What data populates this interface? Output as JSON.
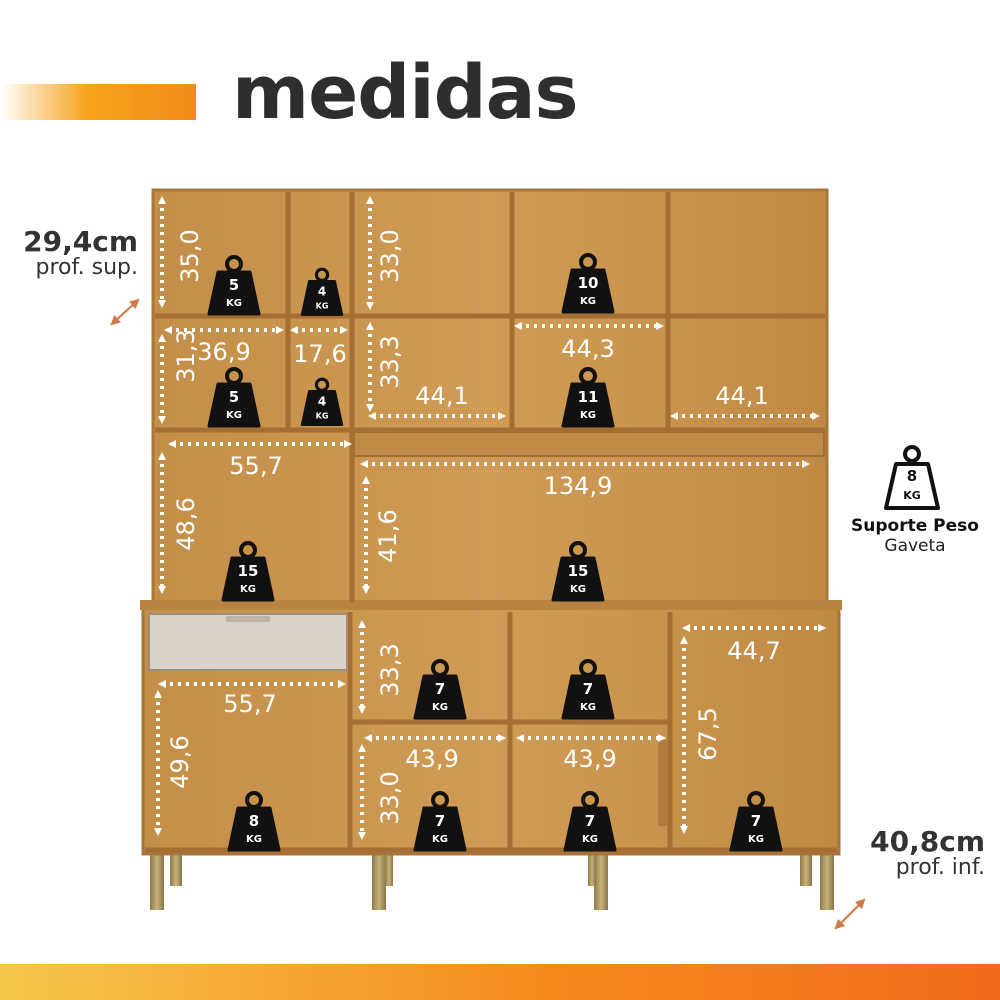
{
  "page": {
    "title": "medidas"
  },
  "depth_top": {
    "value": "29,4cm",
    "label": "prof. sup."
  },
  "depth_bottom": {
    "value": "40,8cm",
    "label": "prof. inf."
  },
  "legend": {
    "weight": "8",
    "unit": "KG",
    "line1": "Suporte Peso",
    "line2": "Gaveta"
  },
  "measurements": {
    "m350": "35,0",
    "m330a": "33,0",
    "m369": "36,9",
    "m176": "17,6",
    "m313": "31,3",
    "m333a": "33,3",
    "m441a": "44,1",
    "m443": "44,3",
    "m441b": "44,1",
    "m557a": "55,7",
    "m1349": "134,9",
    "m486": "48,6",
    "m416": "41,6",
    "m333b": "33,3",
    "m447": "44,7",
    "m557b": "55,7",
    "m675": "67,5",
    "m496": "49,6",
    "m439a": "43,9",
    "m439b": "43,9",
    "m330b": "33,0"
  },
  "weights": {
    "w1": "5",
    "w2": "4",
    "w3": "10",
    "w4": "5",
    "w5": "4",
    "w6": "11",
    "w7": "15",
    "w8": "15",
    "w9": "7",
    "w10": "7",
    "w11": "8",
    "w12": "7",
    "w13": "7",
    "w14": "7",
    "unit": "KG"
  },
  "colors": {
    "wood": "#c9964e",
    "frame": "#b07d3a",
    "accent": "#f28c1a",
    "text": "#2e2e2e"
  }
}
